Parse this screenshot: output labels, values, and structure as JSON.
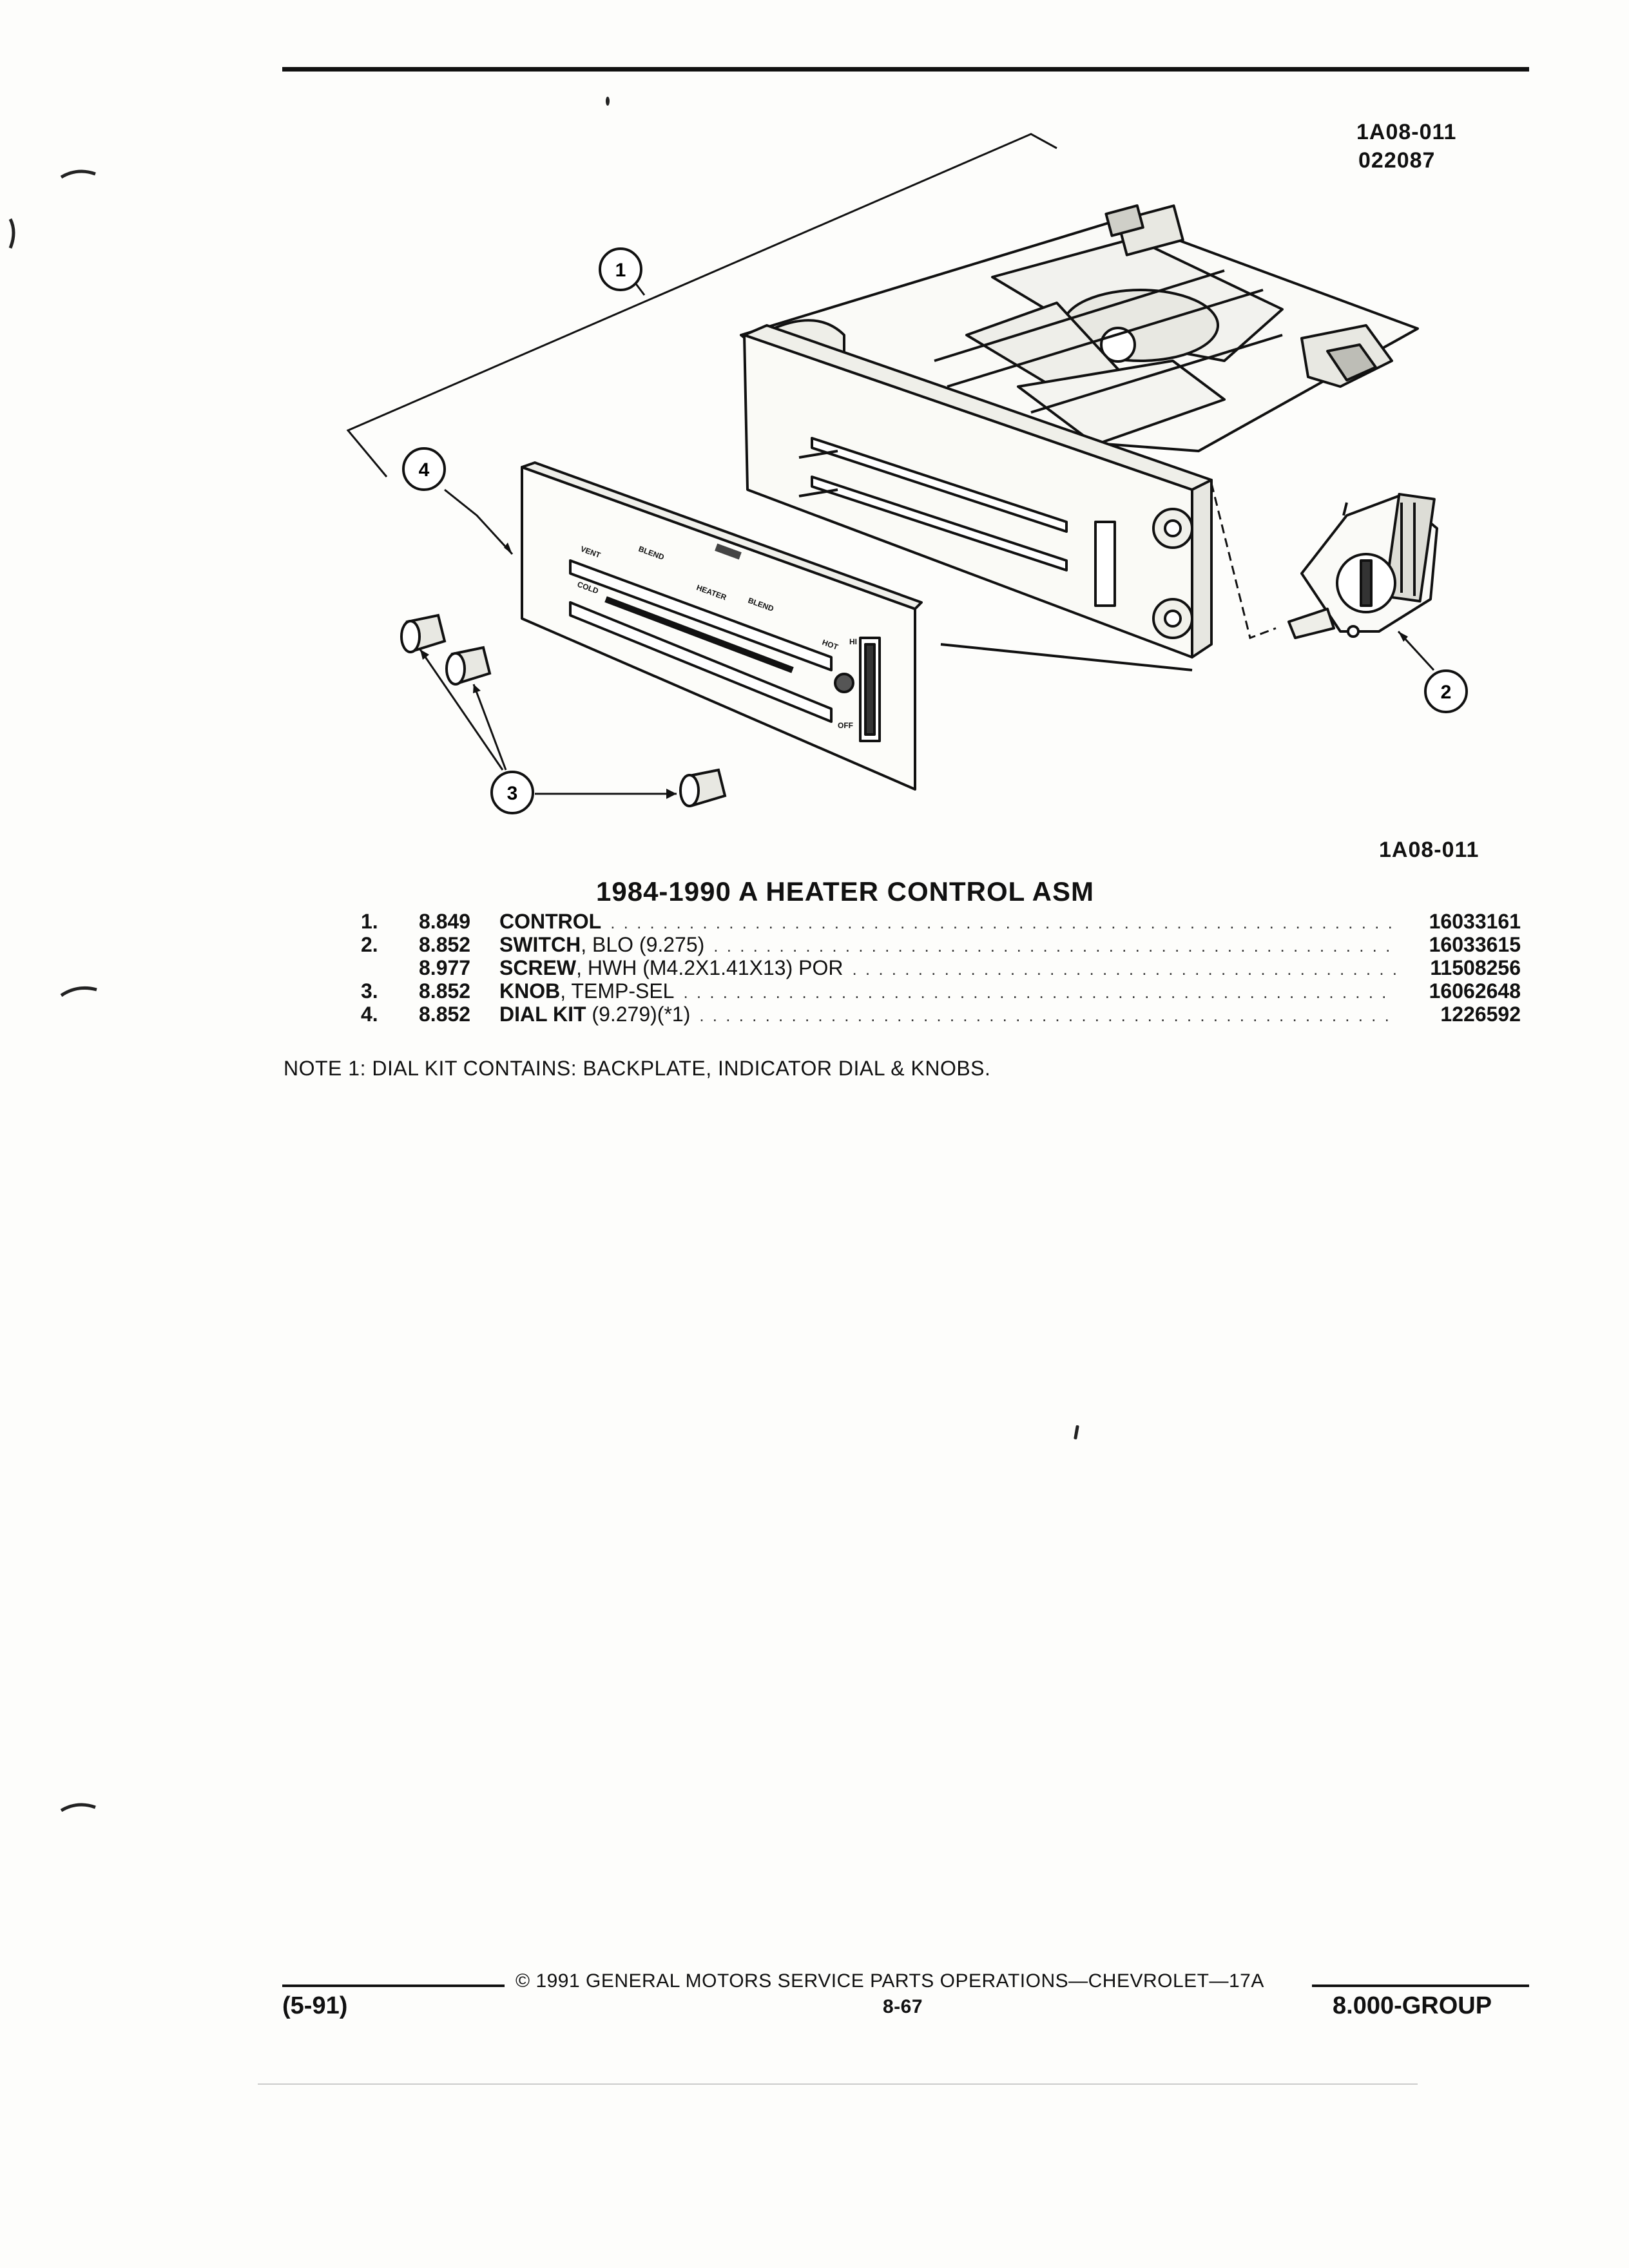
{
  "header": {
    "code_top": "1A08-011",
    "code_second": "022087"
  },
  "illustration": {
    "callouts": [
      "1",
      "2",
      "3",
      "4"
    ],
    "panel_labels": {
      "vent": "VENT",
      "blend_left": "BLEND",
      "heater": "HEATER",
      "blend_right": "BLEND",
      "cold": "COLD",
      "hot": "HOT",
      "hi": "HI",
      "off": "OFF"
    },
    "figure_code": "1A08-011"
  },
  "section_title": "1984-1990 A HEATER CONTROL ASM",
  "parts": [
    {
      "index": "1.",
      "group": "8.849",
      "name": "CONTROL",
      "detail": "",
      "part_number": "16033161"
    },
    {
      "index": "2.",
      "group": "8.852",
      "name": "SWITCH",
      "detail": ", BLO (9.275)",
      "part_number": "16033615"
    },
    {
      "index": "",
      "group": "8.977",
      "name": "SCREW",
      "detail": ", HWH (M4.2X1.41X13) POR",
      "part_number": "11508256"
    },
    {
      "index": "3.",
      "group": "8.852",
      "name": "KNOB",
      "detail": ", TEMP-SEL",
      "part_number": "16062648"
    },
    {
      "index": "4.",
      "group": "8.852",
      "name": "DIAL KIT",
      "detail": " (9.279)(*1)",
      "part_number": "1226592"
    }
  ],
  "note": "NOTE  1:  DIAL KIT CONTAINS: BACKPLATE, INDICATOR DIAL & KNOBS.",
  "footer": {
    "copyright": "©  1991  GENERAL MOTORS SERVICE PARTS OPERATIONS—CHEVROLET—17A",
    "date": "(5-91)",
    "page": "8-67",
    "group": "8.000-GROUP"
  }
}
